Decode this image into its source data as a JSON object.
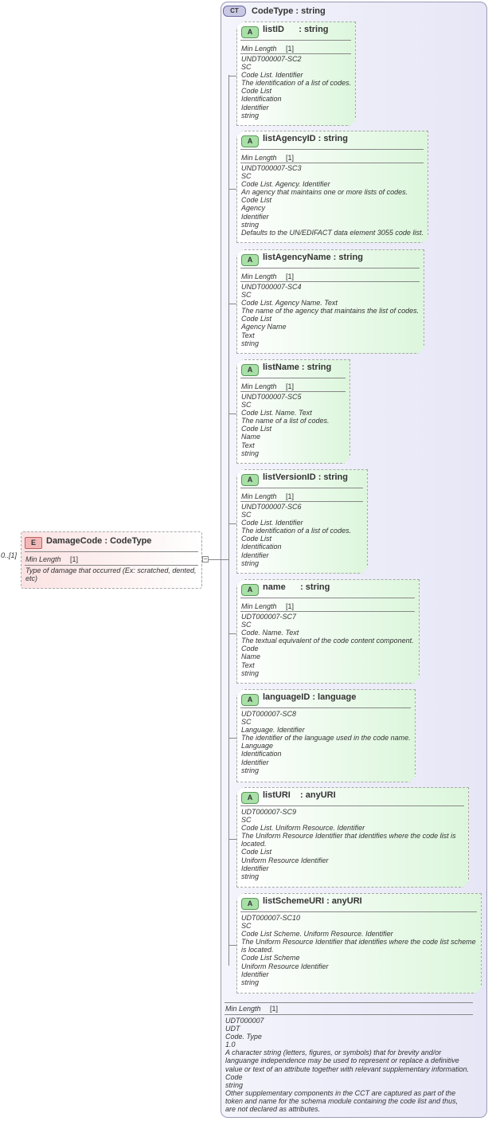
{
  "element": {
    "badge": "E",
    "title": "DamageCode : CodeType",
    "multiplicity": "0..[1]",
    "facet_label": "Min Length",
    "facet_value": "[1]",
    "annotation": "Type of damage that occurred (Ex: scratched, dented,\netc)"
  },
  "complex_type": {
    "badge": "CT",
    "title": "CodeType : string",
    "facet_label": "Min Length",
    "facet_value": "[1]",
    "annotation": "UDT000007\nUDT\nCode. Type\n1.0\nA character string (letters, figures, or symbols) that for brevity and/or\nlanguange independence may be used to represent or replace a definitive\nvalue or text of an attribute together with relevant supplementary information.\nCode\nstring\nOther supplementary components in the CCT are captured as part of the\ntoken and name for the schema module containing the code list and thus,\nare not declared as attributes."
  },
  "attributes": [
    {
      "badge": "A",
      "title": "listID      : string",
      "facet_label": "Min Length",
      "facet_value": "[1]",
      "annotation": "UNDT000007-SC2\nSC\nCode List. Identifier\nThe identification of a list of codes.\nCode List\nIdentification\nIdentifier\nstring"
    },
    {
      "badge": "A",
      "title": "listAgencyID : string",
      "facet_label": "Min Length",
      "facet_value": "[1]",
      "annotation": "UNDT000007-SC3\nSC\nCode List. Agency. Identifier\nAn agency that maintains one or more lists of codes.\nCode List\nAgency\nIdentifier\nstring\nDefaults to the UN/EDIFACT data element 3055 code list."
    },
    {
      "badge": "A",
      "title": "listAgencyName : string",
      "facet_label": "Min Length",
      "facet_value": "[1]",
      "annotation": "UNDT000007-SC4\nSC\nCode List. Agency Name. Text\nThe name of the agency that maintains the list of codes.\nCode List\nAgency Name\nText\nstring"
    },
    {
      "badge": "A",
      "title": "listName : string",
      "facet_label": "Min Length",
      "facet_value": "[1]",
      "annotation": "UNDT000007-SC5\nSC\nCode List. Name. Text\nThe name of a list of codes.\nCode List\nName\nText\nstring"
    },
    {
      "badge": "A",
      "title": "listVersionID : string",
      "facet_label": "Min Length",
      "facet_value": "[1]",
      "annotation": "UNDT000007-SC6\nSC\nCode List. Identifier\nThe identification of a list of codes.\nCode List\nIdentification\nIdentifier\nstring"
    },
    {
      "badge": "A",
      "title": "name      : string",
      "facet_label": "Min Length",
      "facet_value": "[1]",
      "annotation": "UDT000007-SC7\nSC\nCode. Name. Text\nThe textual equivalent of the code content component.\nCode\nName\nText\nstring"
    },
    {
      "badge": "A",
      "title": "languageID : language",
      "annotation": "UDT000007-SC8\nSC\nLanguage. Identifier\nThe identifier of the language used in the code name.\nLanguage\nIdentification\nIdentifier\nstring"
    },
    {
      "badge": "A",
      "title": "listURI    : anyURI",
      "annotation": "UDT000007-SC9\nSC\nCode List. Uniform Resource. Identifier\nThe Uniform Resource Identifier that identifies where the code list is\nlocated.\nCode List\nUniform Resource Identifier\nIdentifier\nstring"
    },
    {
      "badge": "A",
      "title": "listSchemeURI : anyURI",
      "annotation": "UDT000007-SC10\nSC\nCode List Scheme. Uniform Resource. Identifier\nThe Uniform Resource Identifier that identifies where the code list scheme\nis located.\nCode List Scheme\nUniform Resource Identifier\nIdentifier\nstring"
    }
  ]
}
